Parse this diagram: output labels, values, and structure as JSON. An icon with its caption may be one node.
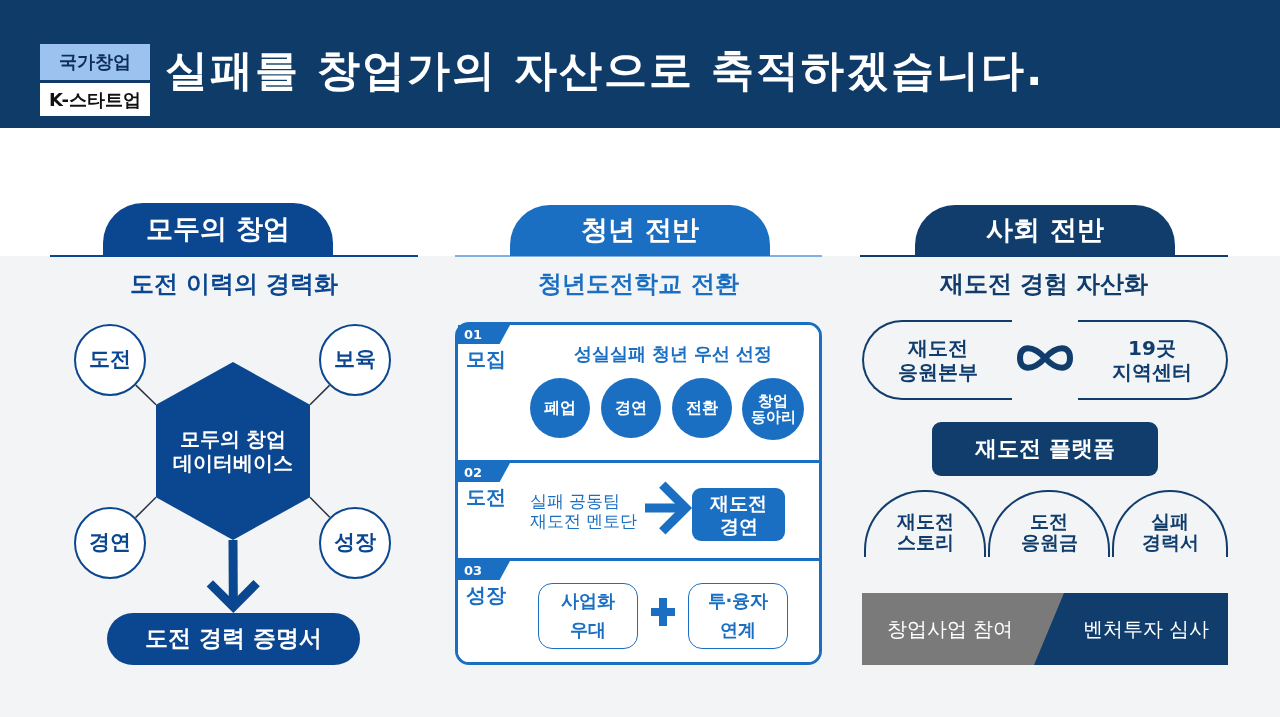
{
  "diagram": {
    "title": "실패를 창업가의 자산으로 축적하겠습니다.",
    "nodes": [
      {
        "text": [
          "모두의 창업"
        ]
      },
      {
        "text": [
          "도전"
        ]
      },
      {
        "text": [
          "보육"
        ]
      },
      {
        "text": [
          "모두의 창업 데이터베이스"
        ]
      },
      {
        "text": [
          "경연"
        ]
      },
      {
        "text": [
          "성장"
        ]
      },
      {
        "text": [
          "도전 경력 증명서"
        ]
      },
      {
        "text": [
          "청년 전반"
        ]
      },
      {
        "text": [],
        "shape": "box"
      },
      {
        "text": [
          "01",
          "모집",
          "성실실패 청년 우선 선정"
        ],
        "in": 8
      },
      {
        "text": [
          "폐업"
        ],
        "in": 9
      },
      {
        "text": [
          "경연"
        ],
        "in": 9
      },
      {
        "text": [
          "전환"
        ],
        "in": 9
      },
      {
        "text": [
          "창업 동아리"
        ],
        "in": 9
      },
      {
        "text": [
          "02",
          "도전"
        ],
        "in": 8
      },
      {
        "text": [
          "실패 공동팀 재도전 멘토단"
        ],
        "in": 14
      },
      {
        "text": [
          "재도전 경연"
        ],
        "in": 14
      },
      {
        "text": [
          "03",
          "성장"
        ],
        "in": 8
      },
      {
        "text": [
          "사업화 우대"
        ],
        "in": 17
      },
      {
        "text": [
          "투·융자 연계"
        ],
        "in": 17
      },
      {
        "text": [
          "사회 전반"
        ]
      },
      {
        "text": [
          "재도전 응원본부"
        ]
      },
      {
        "text": [
          "19곳 지역센터"
        ]
      },
      {
        "text": [
          "재도전 플랫폼"
        ]
      },
      {
        "text": [
          "재도전 스토리"
        ]
      },
      {
        "text": [
          "도전 응원금"
        ]
      },
      {
        "text": [
          "실패 경력서"
        ]
      },
      {
        "text": [
          "창업사업 참여"
        ]
      },
      {
        "text": [
          "벤처투자 심사"
        ]
      }
    ],
    "edges": [
      {
        "from": 1,
        "to": 3,
        "arrow": "none"
      },
      {
        "from": 2,
        "to": 3,
        "arrow": "none"
      },
      {
        "from": 4,
        "to": 3,
        "arrow": "none"
      },
      {
        "from": 5,
        "to": 3,
        "arrow": "none"
      },
      {
        "from": 3,
        "to": 6,
        "arrow": "to",
        "style": "thick",
        "color": "#0b4690"
      },
      {
        "from": 15,
        "to": 16,
        "arrow": "to",
        "style": "thick",
        "color": "#1b6fc2"
      }
    ],
    "labels": [
      "국가창업",
      "K-스타트업",
      "도전 이력의 경력화",
      "청년도전학교 전환",
      "재도전 경험 자산화"
    ]
  }
}
